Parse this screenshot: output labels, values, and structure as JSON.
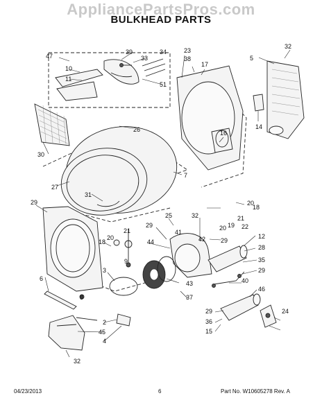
{
  "watermark": "AppliancePartsPros.com",
  "title": "BULKHEAD PARTS",
  "footer": {
    "date": "04/23/2013",
    "page": "6",
    "part": "Part No. W10605278 Rev. A"
  },
  "callouts": [
    "47",
    "39",
    "33",
    "34",
    "23",
    "38",
    "17",
    "5",
    "32",
    "10",
    "11",
    "51",
    "14",
    "16",
    "26",
    "30",
    "7",
    "27",
    "31",
    "29",
    "25",
    "32",
    "18",
    "20",
    "21",
    "19",
    "20",
    "18",
    "29",
    "41",
    "42",
    "22",
    "20",
    "21",
    "44",
    "29",
    "12",
    "28",
    "9",
    "35",
    "29",
    "3",
    "43",
    "40",
    "6",
    "8",
    "37",
    "46",
    "2",
    "45",
    "4",
    "29",
    "36",
    "15",
    "24",
    "32"
  ]
}
